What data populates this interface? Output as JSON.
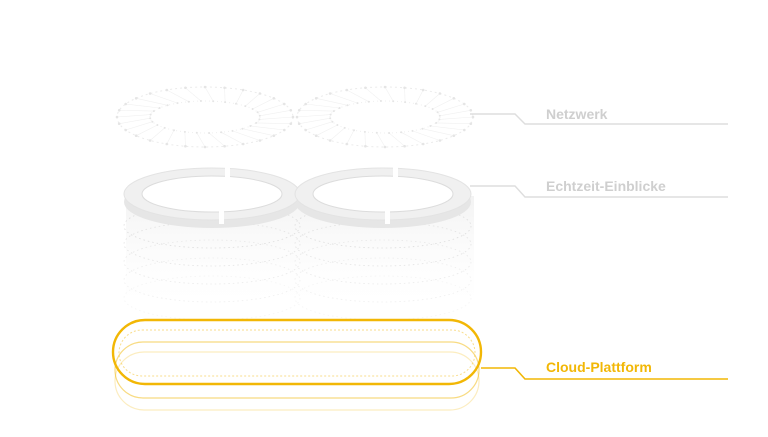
{
  "layers": [
    {
      "id": "network",
      "label": "Netzwerk",
      "state": "inactive"
    },
    {
      "id": "insights",
      "label": "Echtzeit-Einblicke",
      "state": "inactive"
    },
    {
      "id": "cloud",
      "label": "Cloud-Plattform",
      "state": "active"
    }
  ],
  "colors": {
    "active": "#f2b705",
    "inactive_text": "#cfcfcf",
    "inactive_line": "#dedede",
    "ring_fill": "#efefef",
    "ring_edge": "#e2e2e2",
    "dots": "#d0d0d0"
  }
}
